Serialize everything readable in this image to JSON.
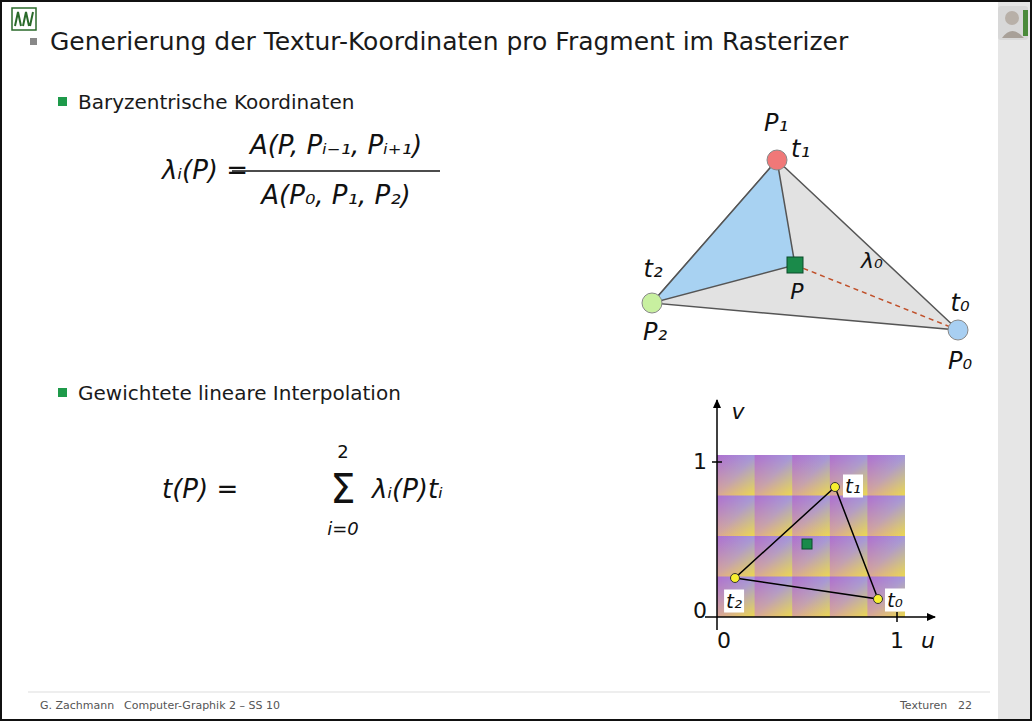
{
  "diagram": {
    "title": "Generierung der Textur-Koordinaten pro Fragment im Rasterizer",
    "labels": [
      "Baryzentrische Koordinaten",
      "λᵢ(P) =",
      "A(P, Pᵢ₋₁, Pᵢ₊₁)",
      "A(P₀, P₁, P₂)",
      "Gewichtete lineare Interpolation",
      "t(P) =",
      "2",
      "Σ",
      "i=0",
      "λᵢ(P)tᵢ",
      "P₁",
      "t₁",
      "t₂",
      "P",
      "λ₀",
      "t₀",
      "P₂",
      "P₀",
      "v",
      "1",
      "t₁",
      "t₂",
      "t₀",
      "0",
      "0",
      "1",
      "u",
      "G. Zachmann",
      "Computer-Graphik 2 – SS 10",
      "Texturen",
      "22"
    ]
  }
}
